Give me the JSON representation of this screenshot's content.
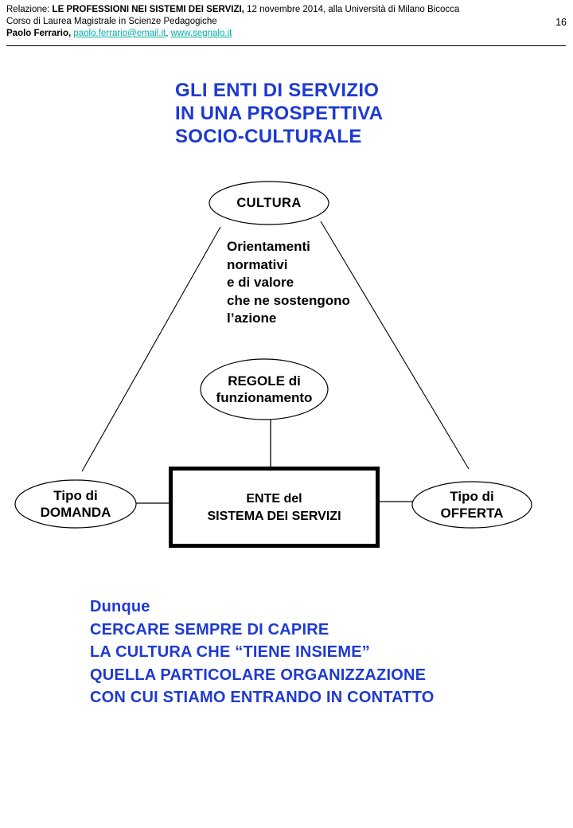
{
  "page": {
    "number": "16",
    "background_color": "#FFFFFF",
    "accent_blue": "#1E3AD1",
    "link_color": "#00AEAE"
  },
  "header": {
    "line1_prefix": "Relazione: ",
    "line1_bold": "LE PROFESSIONI NEI SISTEMI DEI SERVIZI,",
    "line1_suffix": " 12 novembre 2014, alla Università di Milano Bicocca",
    "line2": "Corso di Laurea Magistrale in Scienze Pedagogiche",
    "line3_bold": "Paolo Ferrario, ",
    "email_link": "paolo.ferrario@email.it",
    "separator": ", ",
    "website_link": "www.segnalo.it"
  },
  "title": {
    "lines": [
      "GLI ENTI DI SERVIZIO",
      "IN UNA PROSPETTIVA",
      "SOCIO-CULTURALE"
    ]
  },
  "diagram": {
    "nodes": {
      "cultura": {
        "shape": "ellipse",
        "label": "CULTURA"
      },
      "regole": {
        "shape": "ellipse",
        "line1": "REGOLE di",
        "line2": "funzionamento"
      },
      "domanda": {
        "shape": "ellipse",
        "line1": "Tipo di",
        "line2": "DOMANDA"
      },
      "offerta": {
        "shape": "ellipse",
        "line1": "Tipo di",
        "line2": "OFFERTA"
      },
      "ente": {
        "shape": "rect",
        "line1": "ENTE del",
        "line2": "SISTEMA DEI SERVIZI"
      }
    },
    "edges": [
      "cultura - domanda",
      "cultura - offerta",
      "regole - ente",
      "domanda - ente",
      "ente - offerta"
    ],
    "annotation": {
      "lines": [
        "Orientamenti",
        "normativi",
        "e di valore",
        "che ne sostengono",
        "l’azione"
      ]
    }
  },
  "conclusion": {
    "lines": [
      "Dunque",
      "CERCARE SEMPRE DI CAPIRE",
      "LA CULTURA CHE “TIENE INSIEME”",
      "QUELLA PARTICOLARE ORGANIZZAZIONE",
      "CON CUI STIAMO ENTRANDO IN CONTATTO"
    ]
  }
}
